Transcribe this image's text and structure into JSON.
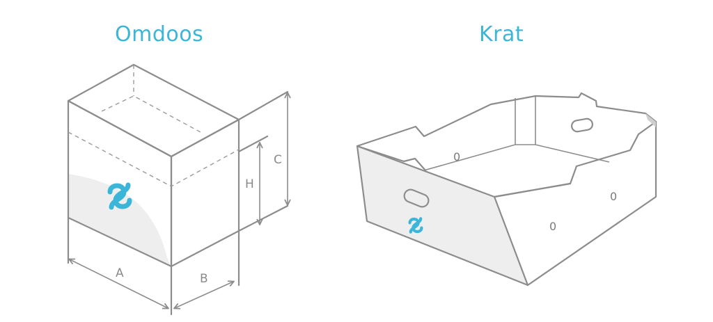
{
  "titles": {
    "left": "Omdoos",
    "right": "Krat"
  },
  "dimensions": {
    "a": "A",
    "b": "B",
    "c": "C",
    "h": "H"
  },
  "crate_holes": [
    "0",
    "0",
    "0"
  ],
  "colors": {
    "accent": "#3bb5d8",
    "line": "#8c8c8c",
    "panel_shade": "#eeeeee"
  },
  "icons": {
    "logo": "s-logo-icon"
  }
}
